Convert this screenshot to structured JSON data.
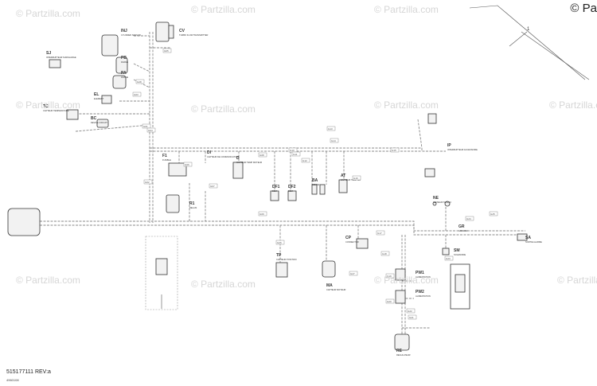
{
  "corner_text": "© Pa",
  "watermarks": [
    "© Partzilla.com",
    "© Partzilla.com",
    "© Partzilla.com",
    "© Partzilla.com",
    "© Partzilla.com",
    "© Partzilla.com",
    "© Partzilla.com",
    "© Partzilla.com",
    "© Partzilla.com",
    "© Partzilla.com",
    "© Partzilla.com"
  ],
  "part_number": "515177111 REV:a",
  "drawing_number": "4960108",
  "callout_1": "1",
  "connectors": [
    {
      "code": "CV",
      "desc": "TURBO FLOW TRANSMITTER"
    },
    {
      "code": "INJ",
      "desc": "CYLINDER SENSOR"
    },
    {
      "code": "SJ",
      "desc": "INTERRUPTEUR SURCHARGE"
    },
    {
      "code": "PA",
      "desc": "FRAME"
    },
    {
      "code": "PB",
      "desc": "FRAME"
    },
    {
      "code": "EL",
      "desc": "ELEMENT"
    },
    {
      "code": "TC",
      "desc": "CAPTEUR TEMPERATURE"
    },
    {
      "code": "BC",
      "desc": "DEVICE CIRCUIT"
    },
    {
      "code": "F1",
      "desc": "FUSIBLE"
    },
    {
      "code": "DI",
      "desc": "CAPTEUR DE COMMUNICATION"
    },
    {
      "code": "D",
      "desc": "CAPTEUR TEMP MOTEUR"
    },
    {
      "code": "R1",
      "desc": "RELAIS"
    },
    {
      "code": "DF1",
      "desc": "DEM"
    },
    {
      "code": "DF2",
      "desc": "DEM"
    },
    {
      "code": "BA",
      "desc": "DEMAR"
    },
    {
      "code": "AT",
      "desc": "CAPTEUR TEMP AIR"
    },
    {
      "code": "IP",
      "desc": "INTERRUPTEUR ACCESSOIRE"
    },
    {
      "code": "NE",
      "desc": "SENSEUR NIVEAU"
    },
    {
      "code": "SA",
      "desc": "SORTIE ALARME"
    },
    {
      "code": "SM",
      "desc": "SOLENOIDE"
    },
    {
      "code": "PW1",
      "desc": "ALIMENTATION"
    },
    {
      "code": "PW2",
      "desc": "ALIMENTATION"
    },
    {
      "code": "TP",
      "desc": "CAPTEUR POSITION"
    },
    {
      "code": "MA",
      "desc": "CAPTEUR MOTEUR"
    },
    {
      "code": "RE",
      "desc": "REGULATEUR"
    },
    {
      "code": "GR",
      "desc": "GROUND"
    },
    {
      "code": "CP",
      "desc": "CONNECTOR"
    }
  ],
  "harness_tags": [
    "G01",
    "G02",
    "G03",
    "G04",
    "G05",
    "G06",
    "G07",
    "G08",
    "G09",
    "G10",
    "G11",
    "G12",
    "G13",
    "G14",
    "G15",
    "G16",
    "G17",
    "G18",
    "G19",
    "G20",
    "G21",
    "G22",
    "G23",
    "G24",
    "G25",
    "G26",
    "G27",
    "G28"
  ],
  "colors": {
    "line": "#6b6b6b",
    "dash": "#9a9a9a",
    "text": "#333333",
    "watermark": "#d6d6d6"
  }
}
